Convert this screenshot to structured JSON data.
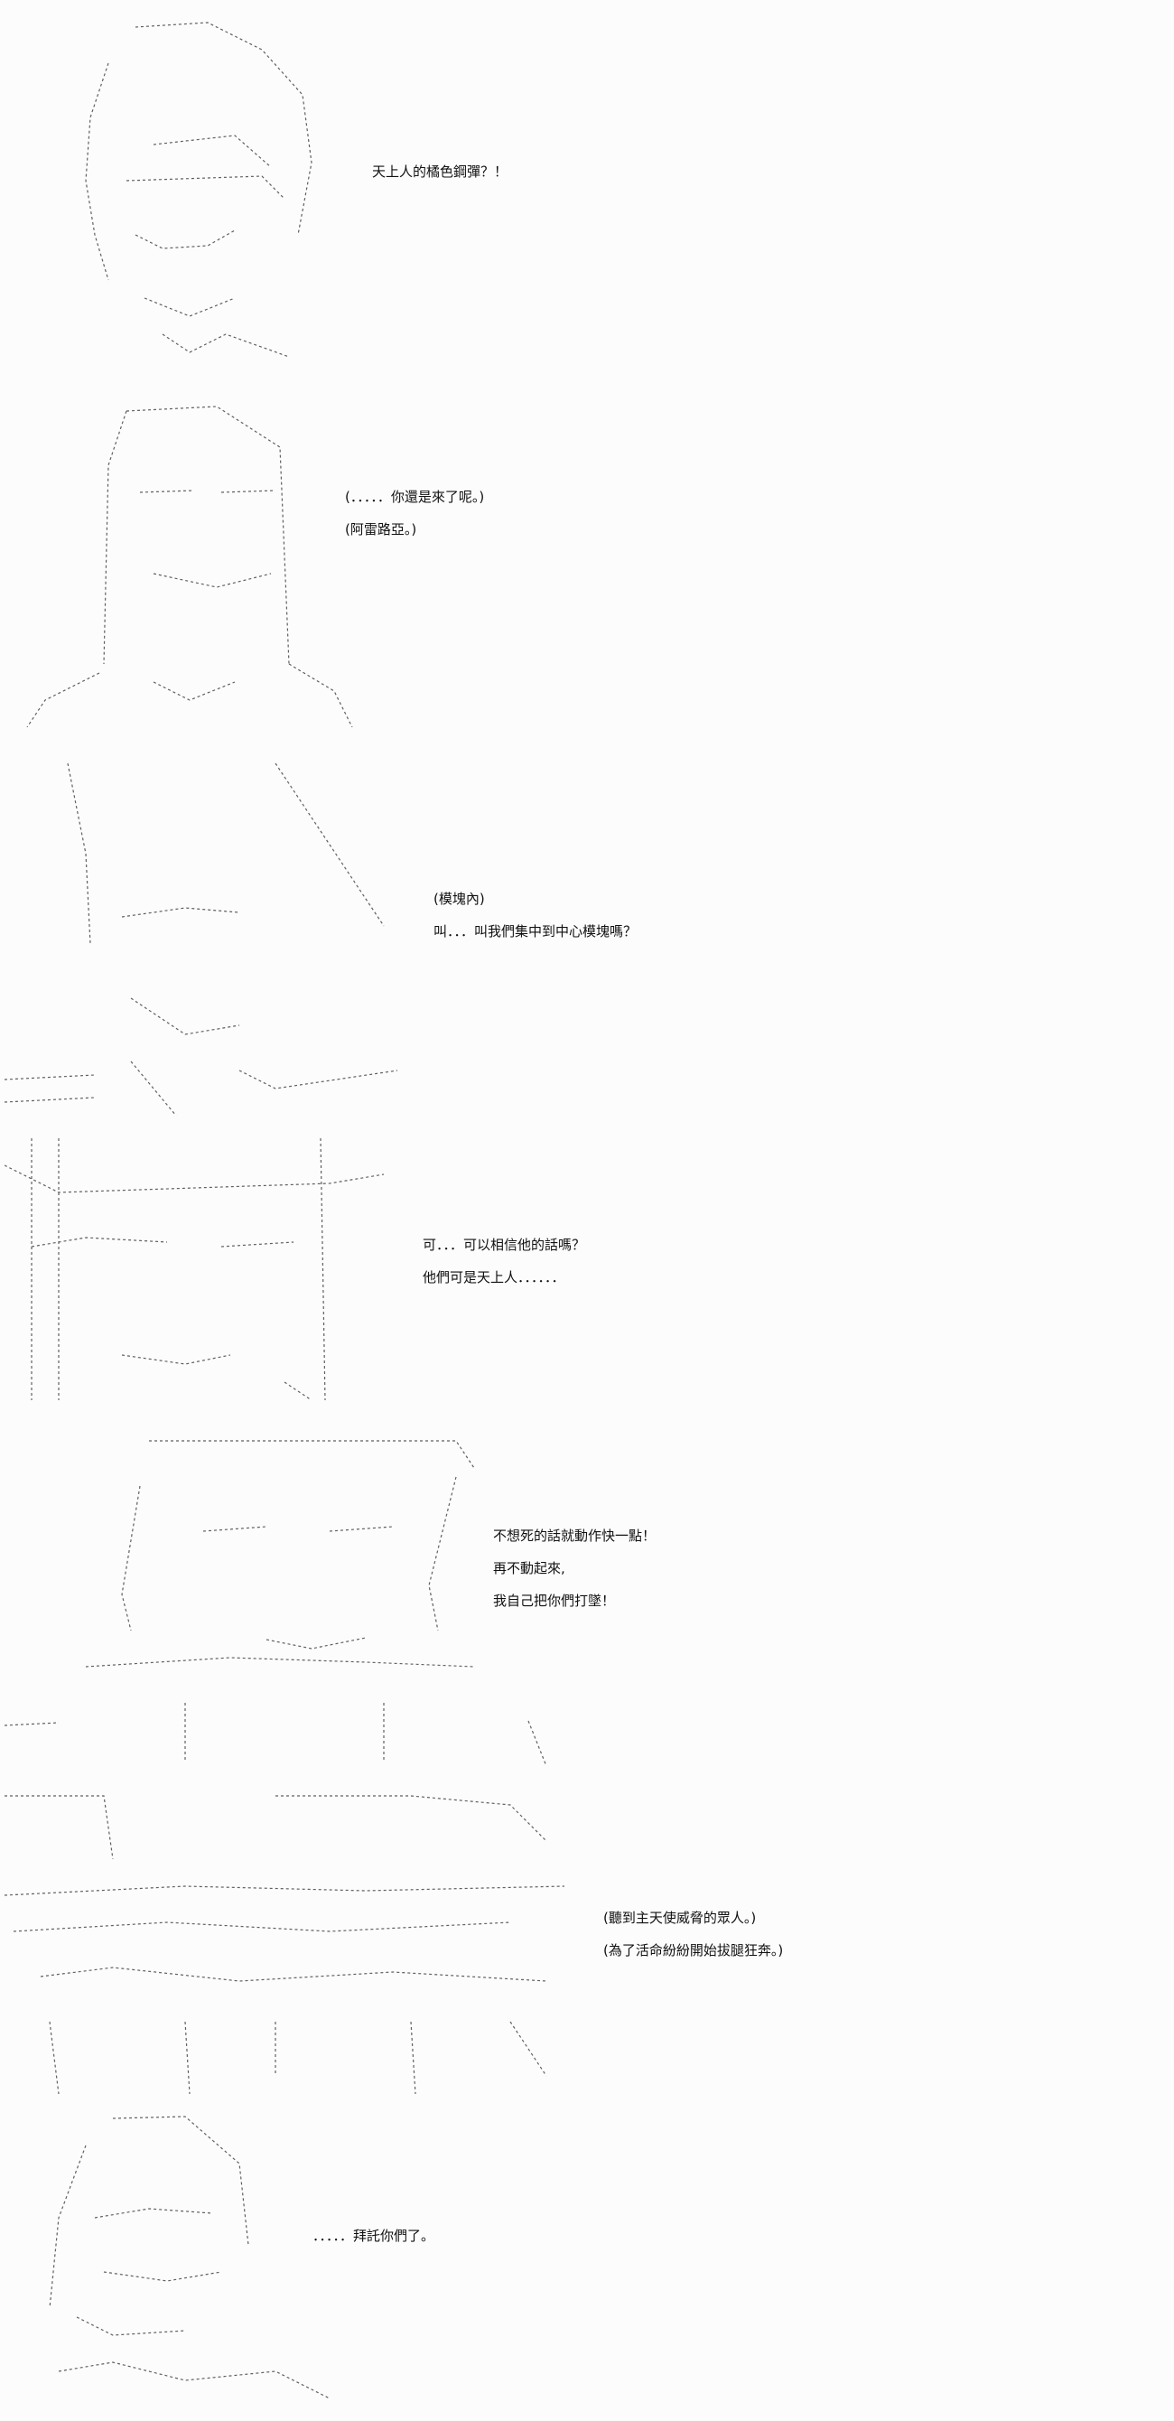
{
  "panels": [
    {
      "lines": [
        "天上人的橘色鋼彈？！"
      ]
    },
    {
      "lines": [
        "(．．．．．你還是來了呢。)",
        "(阿雷路亞。)"
      ]
    },
    {
      "lines": [
        "(模塊內)",
        "叫．．．叫我們集中到中心模塊嗎？"
      ]
    },
    {
      "lines": [
        "可．．．可以相信他的話嗎？",
        "他們可是天上人．．．．．．"
      ]
    },
    {
      "lines": [
        "不想死的話就動作快一點！",
        "再不動起來,",
        "我自己把你們打墜！"
      ]
    },
    {
      "lines": [
        "(聽到主天使威脅的眾人。)",
        "(為了活命紛紛開始拔腿狂奔。)"
      ]
    },
    {
      "lines": [
        "．．．．．拜託你們了。"
      ]
    }
  ]
}
